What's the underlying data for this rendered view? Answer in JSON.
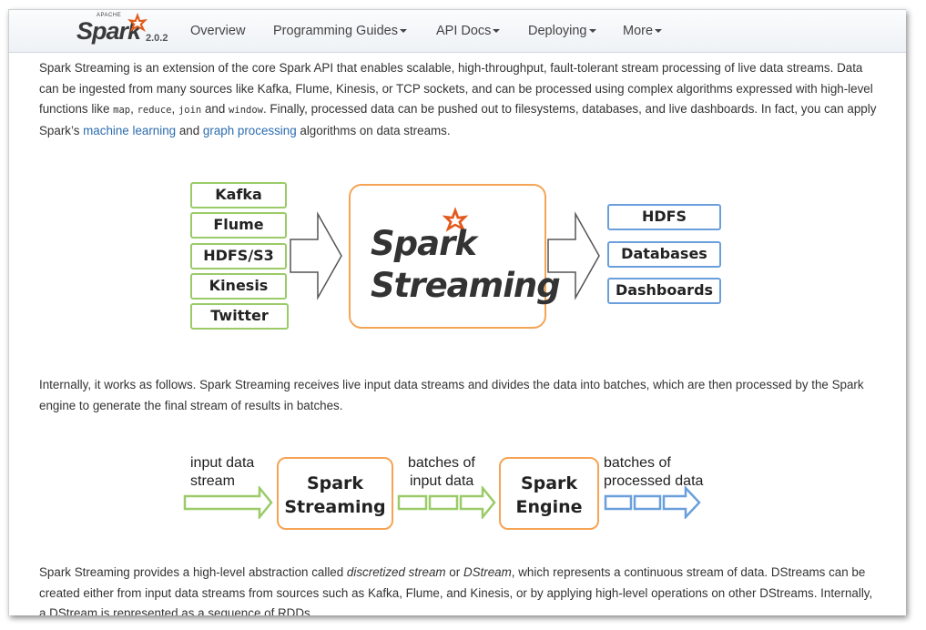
{
  "navbar": {
    "brand": {
      "apache": "APACHE",
      "name": "Spark",
      "version": "2.0.2"
    },
    "items": [
      {
        "label": "Overview",
        "dropdown": false
      },
      {
        "label": "Programming Guides",
        "dropdown": true
      },
      {
        "label": "API Docs",
        "dropdown": true
      },
      {
        "label": "Deploying",
        "dropdown": true
      },
      {
        "label": "More",
        "dropdown": true
      }
    ]
  },
  "intro": {
    "t1": "Spark Streaming is an extension of the core Spark API that enables scalable, high-throughput, fault-tolerant stream processing of live data streams. Data can be ingested from many sources like Kafka, Flume, Kinesis, or TCP sockets, and can be processed using complex algorithms expressed with high-level functions like ",
    "c1": "map",
    "t2": ", ",
    "c2": "reduce",
    "t3": ", ",
    "c3": "join",
    "t4": " and ",
    "c4": "window",
    "t5": ". Finally, processed data can be pushed out to filesystems, databases, and live dashboards. In fact, you can apply Spark’s ",
    "link1": "machine learning",
    "t6": " and ",
    "link2": "graph processing",
    "t7": " algorithms on data streams."
  },
  "diagram1": {
    "sources": [
      "Kafka",
      "Flume",
      "HDFS/S3",
      "Kinesis",
      "Twitter"
    ],
    "center_line1": "Spark",
    "center_line2": "Streaming",
    "sinks": [
      "HDFS",
      "Databases",
      "Dashboards"
    ],
    "colors": {
      "source": "#9acb68",
      "center": "#f5a455",
      "sink": "#6a9fdc",
      "star": "#e25a1c"
    }
  },
  "para2": "Internally, it works as follows. Spark Streaming receives live input data streams and divides the data into batches, which are then processed by the Spark engine to generate the final stream of results in batches.",
  "diagram2": {
    "input_label_1": "input data",
    "input_label_2": "stream",
    "box1_line1": "Spark",
    "box1_line2": "Streaming",
    "batches_label_1": "batches of",
    "batches_label_2": "input data",
    "box2_line1": "Spark",
    "box2_line2": "Engine",
    "output_label_1": "batches of",
    "output_label_2": "processed data"
  },
  "para3": {
    "t1": "Spark Streaming provides a high-level abstraction called ",
    "i1": "discretized stream",
    "t2": " or ",
    "i2": "DStream",
    "t3": ", which represents a continuous stream of data. DStreams can be created either from input data streams from sources such as Kafka, Flume, and Kinesis, or by applying high-level operations on other DStreams. Internally, a DStream is represented as a sequence of RDDs."
  }
}
